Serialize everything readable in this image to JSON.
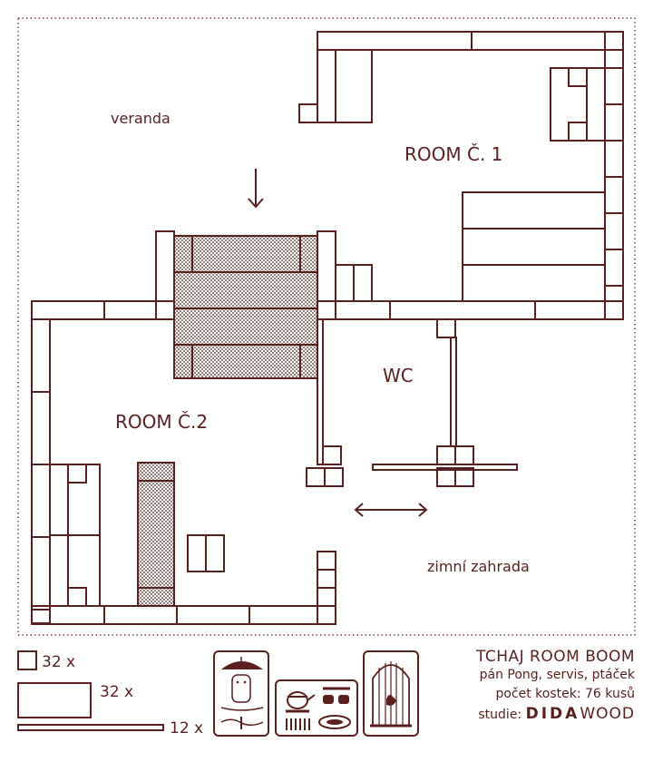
{
  "plan": {
    "labels": {
      "veranda": "veranda",
      "room1": "ROOM Č. 1",
      "room2": "ROOM Č.2",
      "wc": "WC",
      "winter_garden": "zimní zahrada"
    }
  },
  "legend": {
    "square_count": "32 x",
    "rect_count": "32 x",
    "bar_count": "12 x"
  },
  "cards": [
    "person-card-icon",
    "tea-service-card-icon",
    "birdcage-card-icon"
  ],
  "title_block": {
    "title": "TCHAJ ROOM BOOM",
    "subtitle": "pán Pong,  servis, ptáček",
    "count": "počet kostek: 76 kusů",
    "studio_prefix": "studie:",
    "brand_a": "DIDA",
    "brand_b": "WOOD"
  },
  "colors": {
    "ink": "#5a1f1f",
    "background": "#ffffff"
  }
}
